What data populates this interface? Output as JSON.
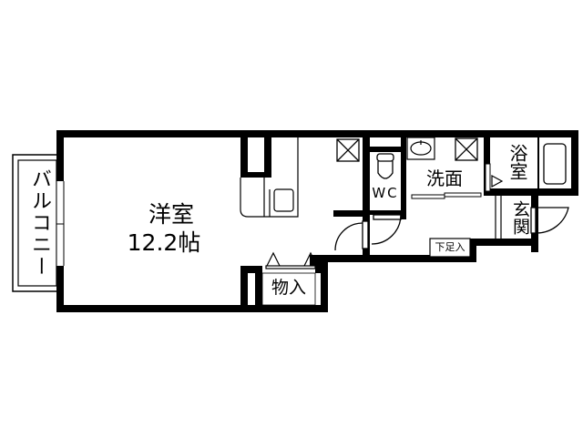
{
  "floor_plan": {
    "colors": {
      "wall": "#000000",
      "background": "#ffffff",
      "line": "#000000"
    },
    "rooms": [
      {
        "id": "western-room",
        "label": "洋室",
        "size": "12.2帖"
      },
      {
        "id": "balcony",
        "label": "バルコニー"
      },
      {
        "id": "storage",
        "label": "物入"
      },
      {
        "id": "wc",
        "label": "WC"
      },
      {
        "id": "washroom",
        "label": "洗面"
      },
      {
        "id": "bathroom",
        "label": "浴室"
      },
      {
        "id": "entrance",
        "label": "玄関"
      },
      {
        "id": "shoe-cabinet",
        "label": "下足入"
      }
    ],
    "fixtures": [
      "kitchen-counter",
      "sink",
      "stove",
      "refrigerator-space",
      "toilet",
      "wash-basin",
      "washing-machine-space",
      "bathtub",
      "ventilation"
    ]
  }
}
